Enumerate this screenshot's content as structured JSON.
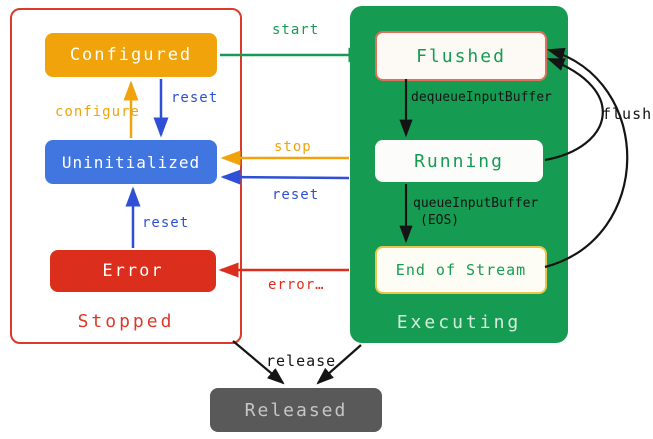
{
  "groups": {
    "stopped": {
      "label": "Stopped"
    },
    "executing": {
      "label": "Executing"
    }
  },
  "states": {
    "configured": "Configured",
    "uninitialized": "Uninitialized",
    "error": "Error",
    "flushed": "Flushed",
    "running": "Running",
    "end_of_stream": "End of Stream",
    "released": "Released"
  },
  "transitions": {
    "start": "start",
    "configure": "configure",
    "reset_configured": "reset",
    "stop": "stop",
    "reset_executing": "reset",
    "reset_error": "reset",
    "error": "error…",
    "dequeue_input_buffer": "dequeueInputBuffer",
    "queue_input_buffer": "queueInputBuffer",
    "queue_input_buffer_eos": "(EOS)",
    "flush": "flush",
    "release": "release"
  },
  "colors": {
    "green": "#169C52",
    "orange": "#F0A30A",
    "blue_box": "#4176E1",
    "blue_arrow": "#2E4FD6",
    "red": "#DB2E1D",
    "flushed_border": "#E0705A",
    "eos_border": "#E8C84A",
    "released_bg": "#595959",
    "black": "#141414"
  }
}
